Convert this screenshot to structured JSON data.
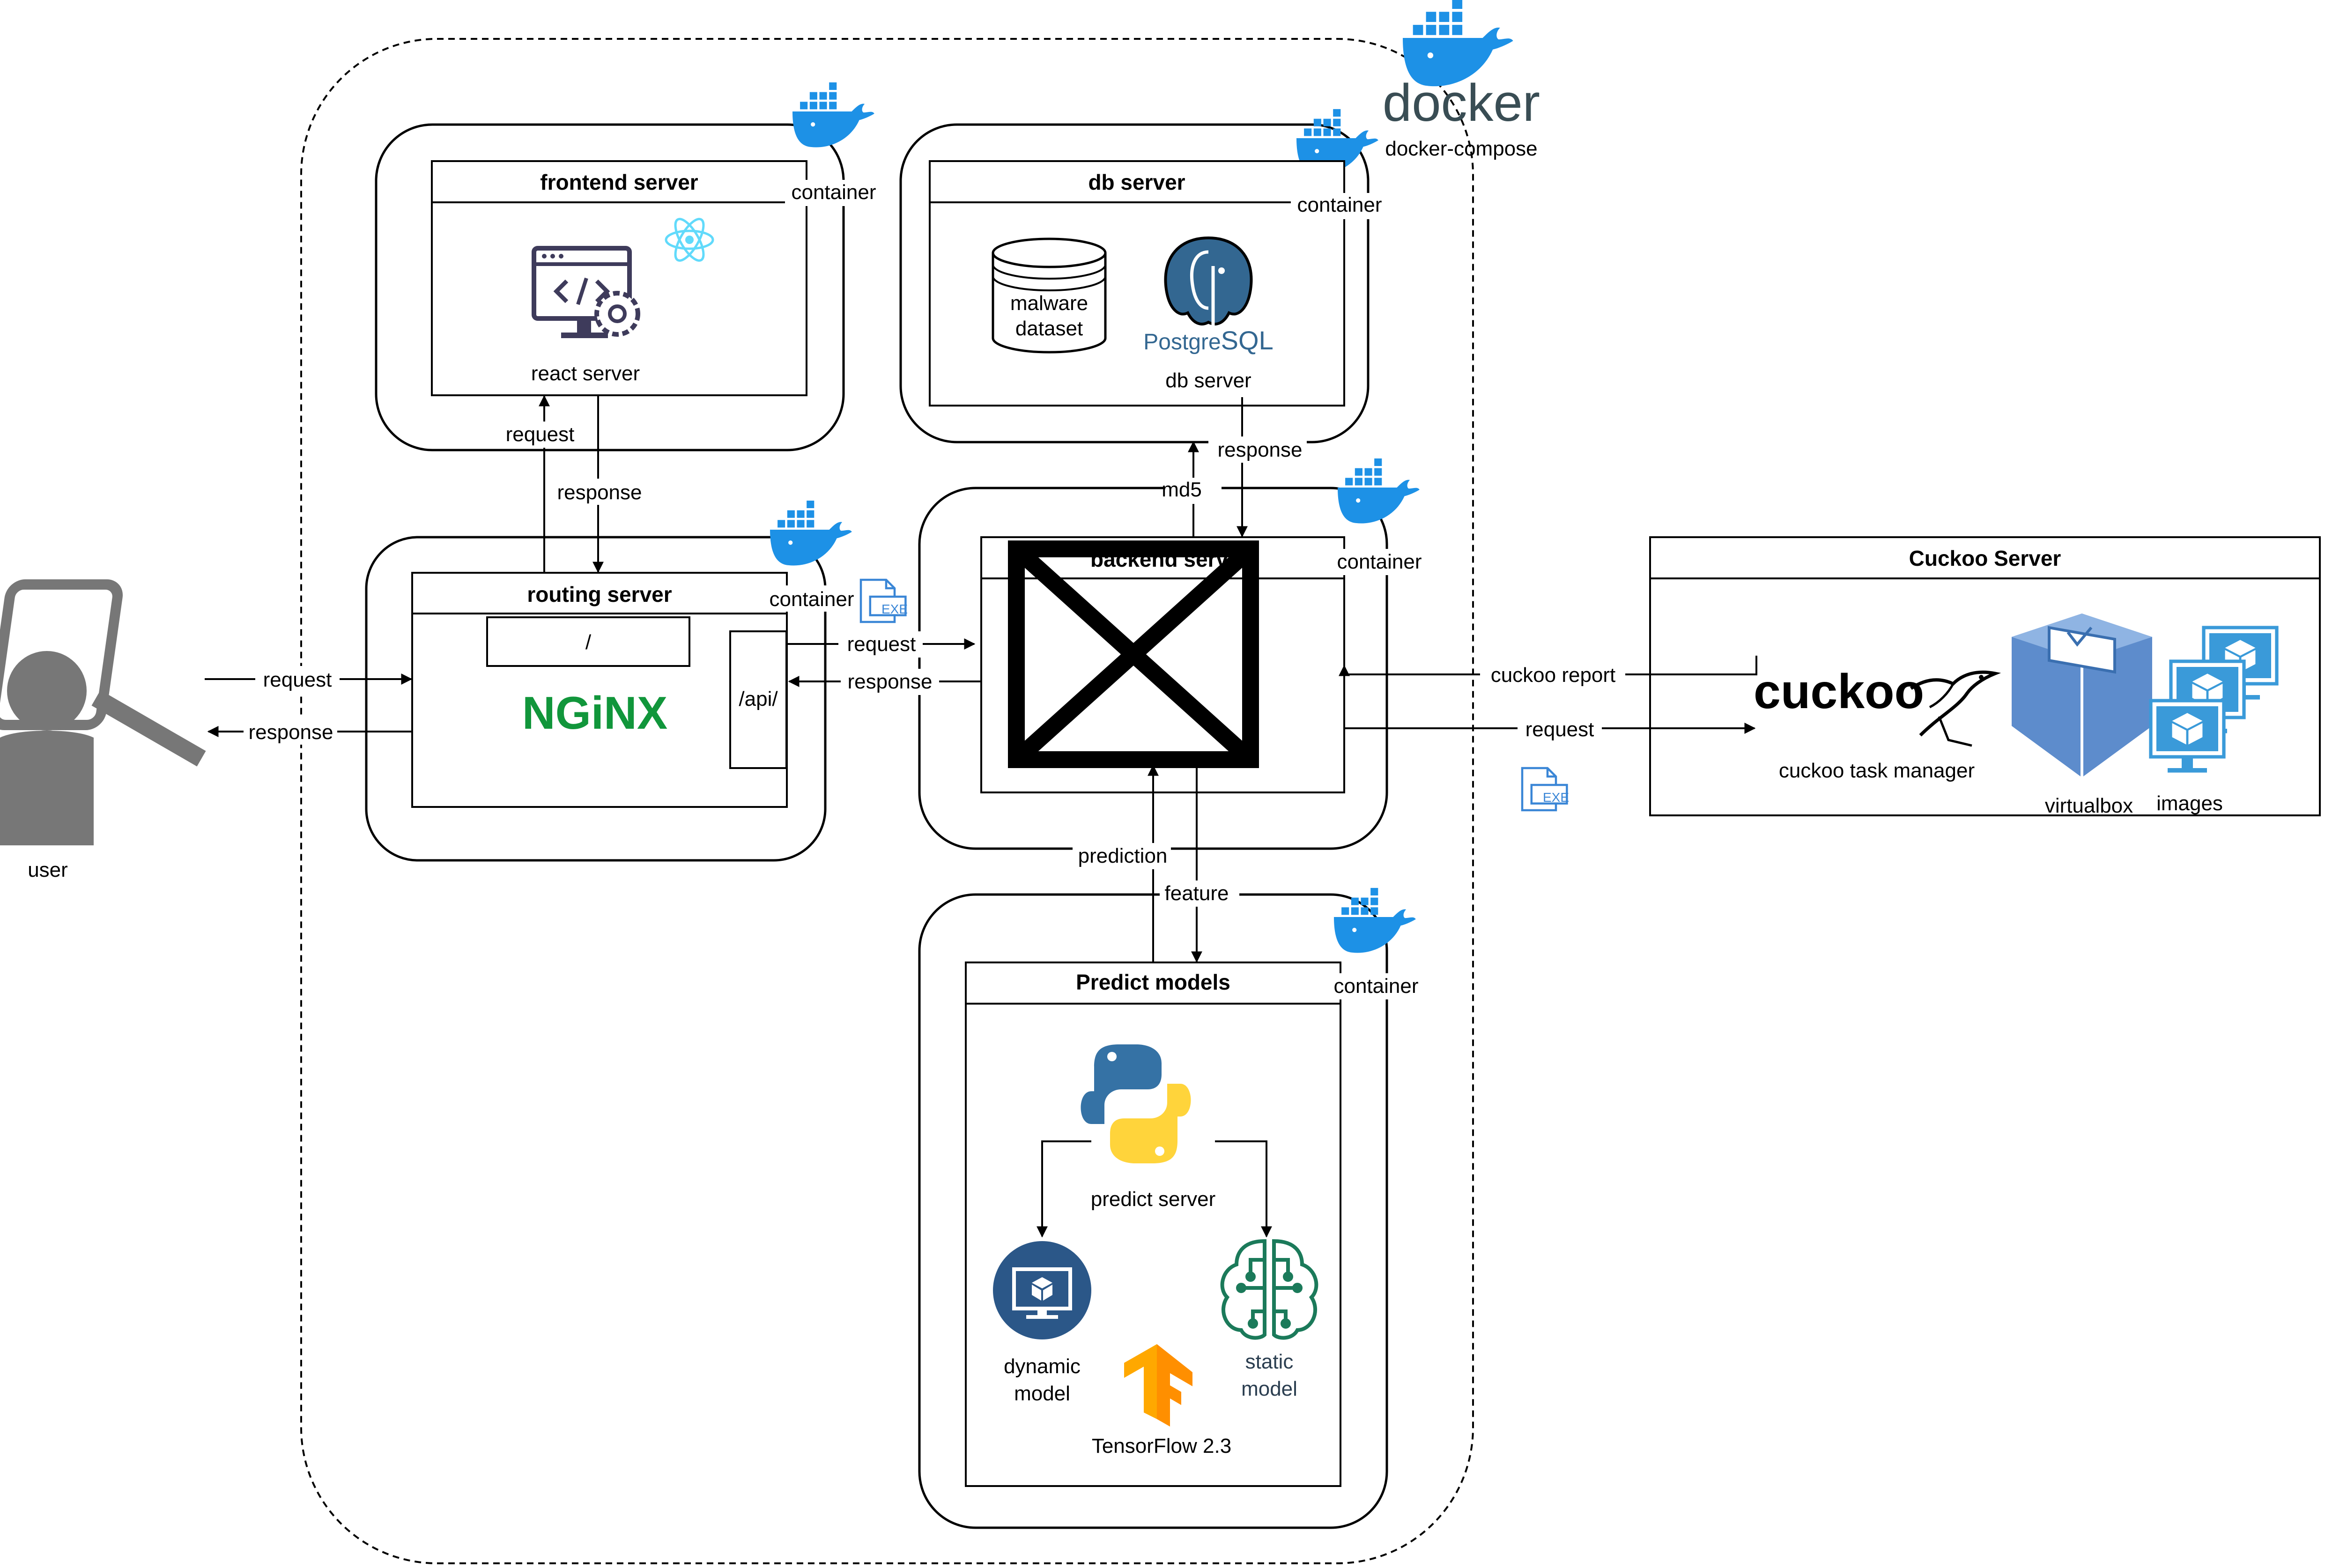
{
  "compose": {
    "docker_logo": "docker",
    "label": "docker-compose"
  },
  "container_label": "container",
  "frontend": {
    "title": "frontend server",
    "caption": "react server"
  },
  "db": {
    "title": "db server",
    "dataset": [
      "malware",
      "dataset"
    ],
    "pg_logo_a": "Postgre",
    "pg_logo_b": "SQL",
    "caption": "db server"
  },
  "routing": {
    "title": "routing server",
    "root_path": "/",
    "api_path": "/api/",
    "nginx_logo": "NGiNX"
  },
  "backend": {
    "title": "backend serv"
  },
  "predict": {
    "title": "Predict models",
    "caption": "predict server",
    "dynamic": [
      "dynamic",
      "model"
    ],
    "static": [
      "static",
      "model"
    ],
    "tf": "TensorFlow 2.3"
  },
  "cuckoo": {
    "title": "Cuckoo Server",
    "logo": "cuckoo",
    "task_manager": "cuckoo task manager",
    "virtualbox": "virtualbox",
    "images": "images"
  },
  "user": {
    "label": "user"
  },
  "exe_label": "EXE",
  "edges": {
    "user_request": "request",
    "user_response": "response",
    "fe_request": "request",
    "fe_response": "response",
    "api_request": "request",
    "api_response": "response",
    "md5": "md5",
    "db_response": "response",
    "cuckoo_report": "cuckoo report",
    "cuckoo_request": "request",
    "prediction": "prediction",
    "feature": "feature"
  },
  "colors": {
    "docker_blue": "#1d91e6",
    "nginx_green": "#11963b",
    "react_cyan": "#61dafb",
    "python_blue": "#3572a5",
    "python_yellow": "#ffd43b",
    "tf_orange": "#ff8f00",
    "static_green": "#1b7a5a",
    "vm_blue": "#3a9ad9",
    "postgres_blue": "#336791"
  },
  "icons": [
    "docker-whale-icon",
    "react-icon",
    "code-monitor-icon",
    "database-icon",
    "postgresql-icon",
    "nginx-logo",
    "exe-file-icon",
    "python-icon",
    "dynamic-model-icon",
    "static-model-icon",
    "tensorflow-icon",
    "cuckoo-bird-icon",
    "virtualbox-icon",
    "vm-image-icon",
    "user-icon"
  ]
}
